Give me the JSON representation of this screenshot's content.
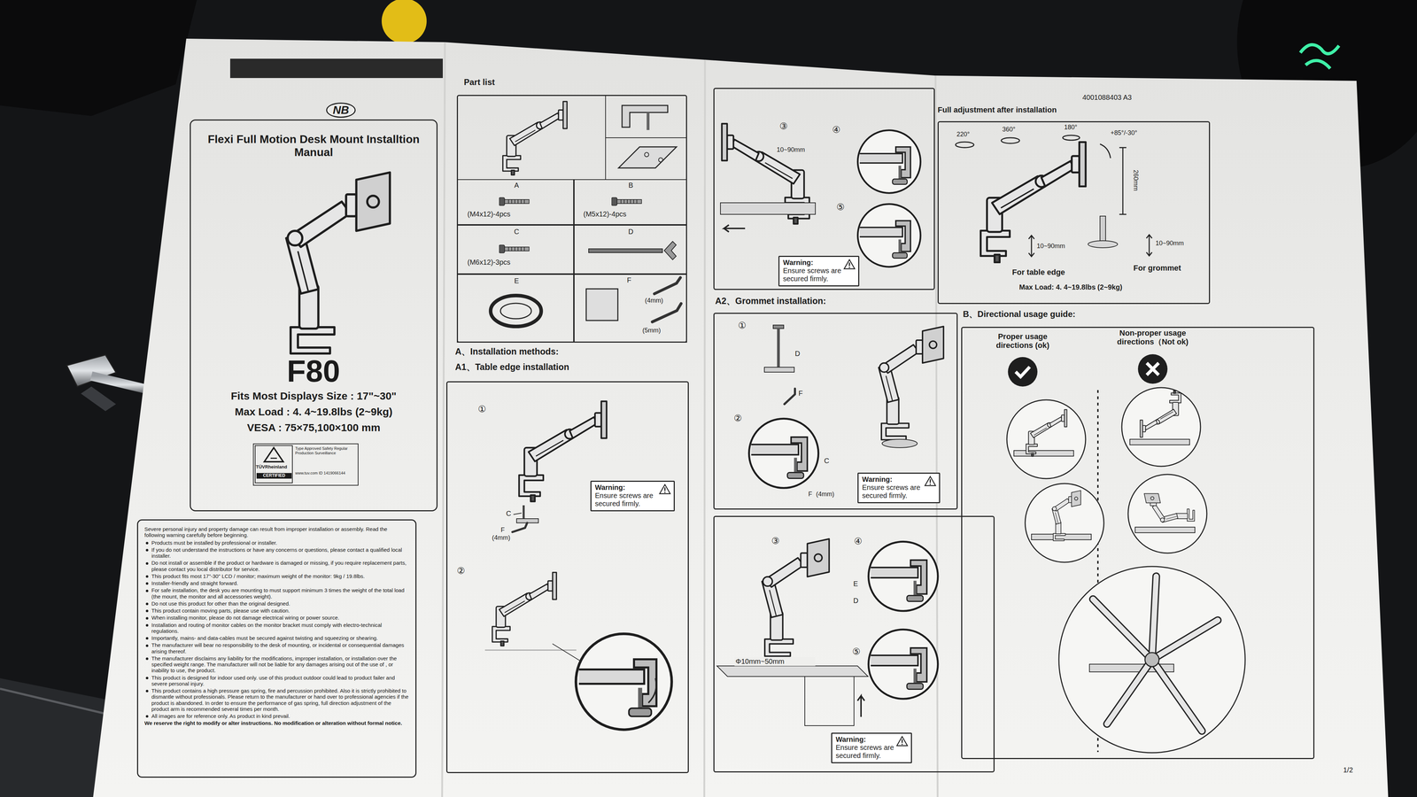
{
  "diagram": {
    "nodes": [
      {
        "text": [
          "Flexi Full Motion Desk Mount Installtion Manual",
          "F80",
          "Fits Most Displays Size : 17\"~30\"",
          "Max Load : 4. 4~19.8lbs (2~9kg)",
          "VESA : 75×75,100×100 mm"
        ]
      },
      {
        "text": [
          "TÜVRheinland",
          "CERTIFIED",
          "Type Approved Safety Regular Production Surveillance",
          "www.tuv.com ID 1419066144"
        ],
        "in": 0
      },
      {
        "text": [
          "Severe personal injury and property damage can result from improper installation or assembly. Read the following warning carefully before beginning.",
          "Products must be installed by professional or installer.",
          "If you do not understand the instructions or have any concerns or questions, please contact a qualified local installer.",
          "Do not install or assemble if the product or hardware is damaged or missing, if you require replacement parts, please contact you local distributor for service.",
          "This product fits most 17\"-30\" LCD / monitor; maximum weight of the monitor: 9kg / 19.8lbs.",
          "Installer-friendly and straight forward.",
          "For safe installation, the desk you are mounting to must support minimum 3 times the weight of the total load (the mount, the monitor and all accessories weight).",
          "Do not use this product for other than the original designed.",
          "This product contain moving parts, please use with caution.",
          "When installing monitor, please do not damage electrical wiring or power source.",
          "Installation and routing of monitor cables on the monitor bracket must comply with electro-technical regulations.",
          "Importantly, mains- and data-cables must be secured against twisting and squeezing or shearing.",
          "The manufacturer will bear no responsibility to the desk of mounting, or incidental or consequential damages arising thereof.",
          "The manufacturer disclaims any liability for the modifications, improper installation, or installation over the specified weight range. The manufacturer will not be liable for any damages arising out of the use of , or inability to use, the product.",
          "This product is designed for indoor used only. use of this product outdoor could lead to product failer and severe personal injury.",
          "This product contains a high pressure gas spring, fire and percussion prohibited. Also it is strictly prohibited to dismantle without professionals. Please return to the manufacturer or hand over to professional agencies if the product is abandoned. In order to ensure the performance of gas spring, full direction adjustment of the product arm is recommended several times per month.",
          "All images are for reference only. As product in kind prevail.",
          "We reserve the right to modify or alter instructions. No modification or alteration without formal notice."
        ]
      },
      {
        "text": [
          "Part list"
        ]
      },
      {
        "text": [
          "A",
          "(M4x12)-4pcs"
        ],
        "in": 3
      },
      {
        "text": [
          "B",
          "(M5x12)-4pcs"
        ],
        "in": 3
      },
      {
        "text": [
          "C",
          "(M6x12)-3pcs"
        ],
        "in": 3
      },
      {
        "text": [
          "D"
        ],
        "in": 3
      },
      {
        "text": [
          "E"
        ],
        "in": 3
      },
      {
        "text": [
          "F",
          "(4mm)",
          "(5mm)"
        ],
        "in": 3
      },
      {
        "text": [
          "A1、Table edge installation",
          "①",
          "C",
          "F",
          "(4mm)",
          "②"
        ]
      },
      {
        "text": [
          "Warning:",
          "Ensure screws are secured firmly."
        ],
        "in": 10
      },
      {
        "text": [
          "③",
          "④",
          "10~90mm",
          "⑤"
        ]
      },
      {
        "text": [
          "Warning:",
          "Ensure screws are secured firmly."
        ],
        "in": 12
      },
      {
        "text": [
          "A2、Grommet installation:",
          "①",
          "D",
          "F",
          "②",
          "C",
          "F",
          "(4mm)"
        ]
      },
      {
        "text": [
          "Warning:",
          "Ensure screws are secured firmly."
        ],
        "in": 14
      },
      {
        "text": [
          "③",
          "④",
          "E",
          "D",
          "Φ10mm~50mm",
          "⑤"
        ]
      },
      {
        "text": [
          "Warning:",
          "Ensure screws are secured firmly."
        ],
        "in": 16
      },
      {
        "text": [
          "Full adjustment after installation",
          "220°",
          "360°",
          "180°",
          "+85°/-30°",
          "260mm",
          "10~90mm",
          "10~90mm",
          "For table edge",
          "For grommet",
          "Max Load: 4. 4~19.8lbs (2~9kg)"
        ]
      },
      {
        "text": [
          "B、Directional usage guide:",
          "Proper usage directions (ok)",
          "Non-proper usage directions（Not ok)"
        ]
      }
    ],
    "labels": [
      "NB",
      "A、Installation methods:",
      "4001088403 A3",
      "1/2"
    ]
  }
}
